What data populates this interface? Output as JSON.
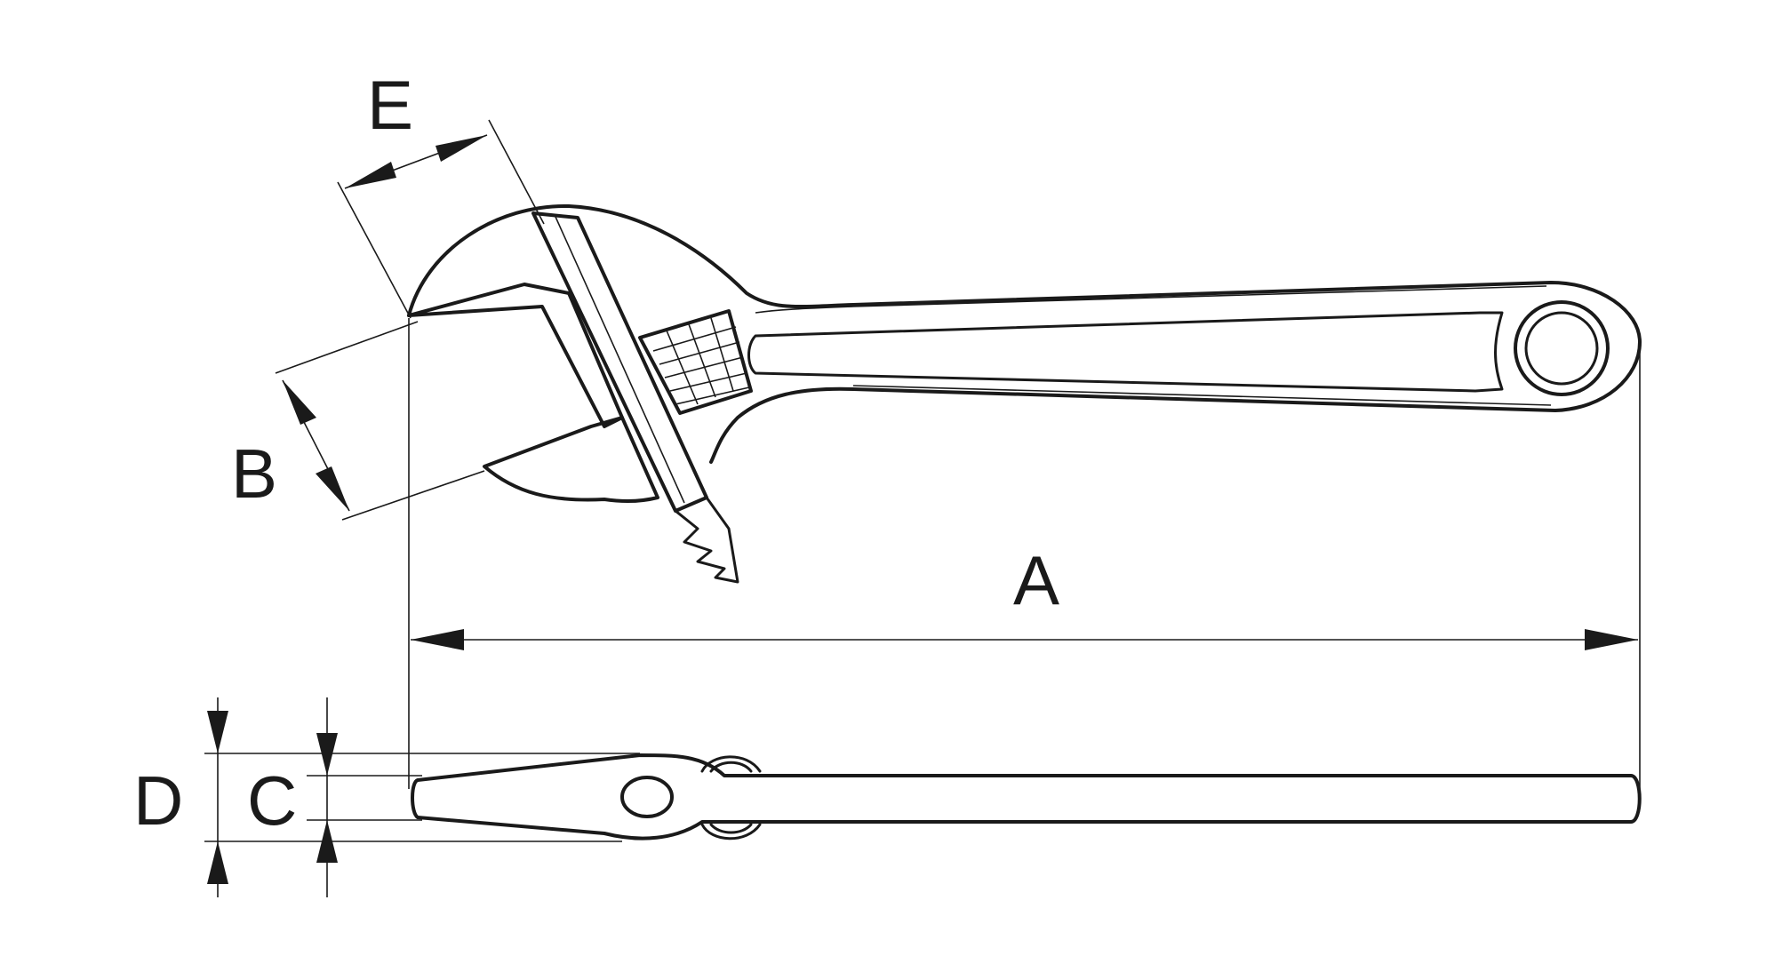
{
  "labels": {
    "a": "A",
    "b": "B",
    "c": "C",
    "d": "D",
    "e": "E"
  },
  "colors": {
    "line": "#1a1a1a",
    "background": "#ffffff"
  }
}
